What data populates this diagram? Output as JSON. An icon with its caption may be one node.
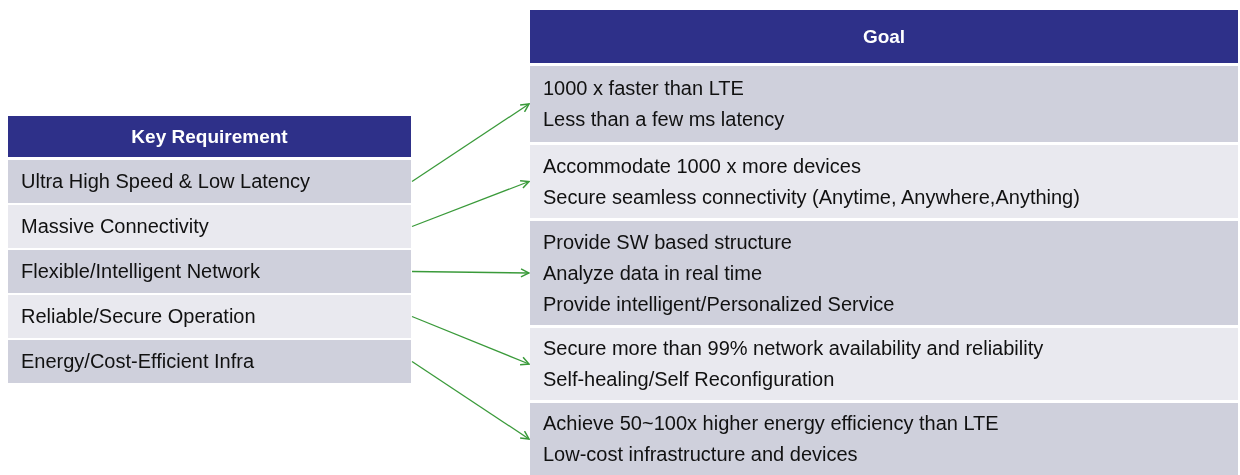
{
  "diagram": {
    "nodes": [
      {
        "text": [
          "Key  Requirement"
        ]
      },
      {
        "text": [
          "Ultra High Speed & Low Latency"
        ]
      },
      {
        "text": [
          "Massive Connectivity"
        ]
      },
      {
        "text": [
          "Flexible/Intelligent Network"
        ]
      },
      {
        "text": [
          "Reliable/Secure Operation"
        ]
      },
      {
        "text": [
          "Energy/Cost-Efficient Infra"
        ]
      },
      {
        "text": [
          "Goal"
        ]
      },
      {
        "text": [
          "1000 x faster than LTE",
          "Less than a few ms latency"
        ]
      },
      {
        "text": [
          "Accommodate 1000 x more devices",
          "Secure seamless connectivity (Anytime, Anywhere,Anything)"
        ]
      },
      {
        "text": [
          "Provide SW based structure",
          "Analyze data in real time",
          "Provide intelligent/Personalized Service"
        ]
      },
      {
        "text": [
          "Secure more than 99% network availability and reliability",
          "Self-healing/Self Reconfiguration"
        ]
      },
      {
        "text": [
          "Achieve 50~100x higher energy efficiency than LTE",
          "Low-cost infrastructure and devices"
        ]
      }
    ],
    "edges": [
      {
        "from": 1,
        "to": 7,
        "arrow": "to"
      },
      {
        "from": 2,
        "to": 8,
        "arrow": "to"
      },
      {
        "from": 3,
        "to": 9,
        "arrow": "to"
      },
      {
        "from": 4,
        "to": 10,
        "arrow": "to"
      },
      {
        "from": 5,
        "to": 11,
        "arrow": "to"
      }
    ]
  }
}
